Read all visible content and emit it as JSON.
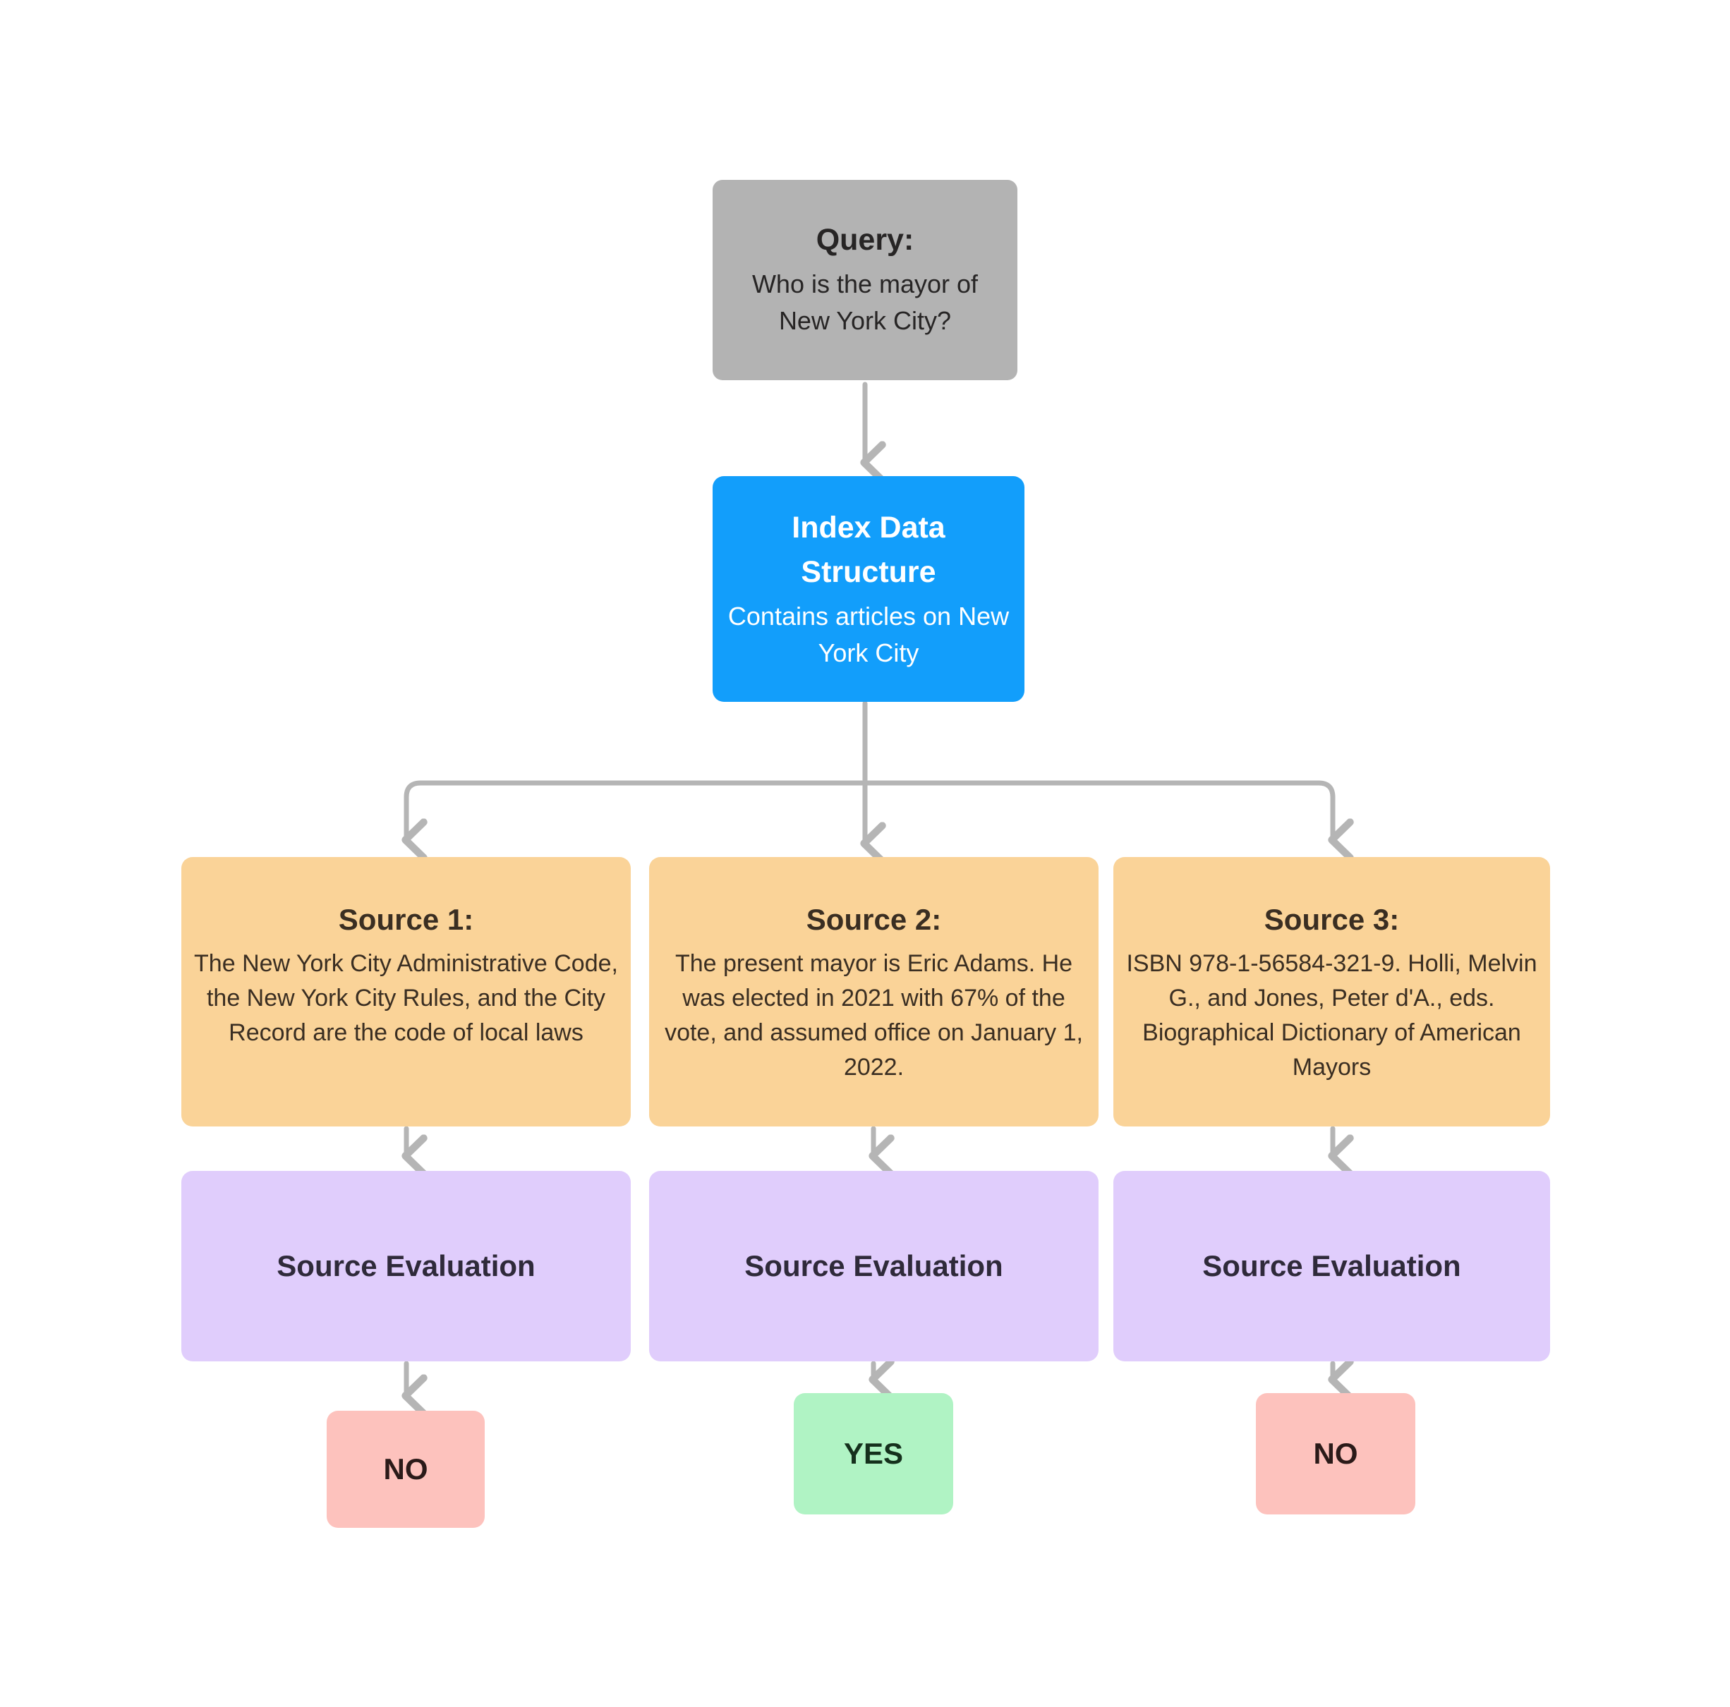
{
  "diagram": {
    "type": "flowchart",
    "background": "#ffffff",
    "palette": {
      "query": "#b3b3b3",
      "index": "#129efb",
      "source": "#fad398",
      "evaluation": "#e0cdfc",
      "yes": "#b0f3c4",
      "no": "#fdc2bd",
      "connector": "#b5b5b5"
    },
    "query": {
      "title": "Query:",
      "body": "Who is the mayor of New York City?"
    },
    "index": {
      "title": "Index Data Structure",
      "body": "Contains articles on New York City"
    },
    "sources": [
      {
        "title": "Source 1:",
        "body": "The New York City Administrative Code, the New York City Rules, and the City Record are the code of local laws",
        "evaluation_label": "Source Evaluation",
        "verdict": "NO"
      },
      {
        "title": "Source 2:",
        "body": "The present mayor is Eric Adams. He was elected in 2021 with 67% of the vote, and assumed office on January 1, 2022.",
        "evaluation_label": "Source Evaluation",
        "verdict": "YES"
      },
      {
        "title": "Source 3:",
        "body": "ISBN 978-1-56584-321-9. Holli, Melvin G., and Jones, Peter d'A., eds. Biographical Dictionary of American Mayors",
        "evaluation_label": "Source Evaluation",
        "verdict": "NO"
      }
    ]
  }
}
